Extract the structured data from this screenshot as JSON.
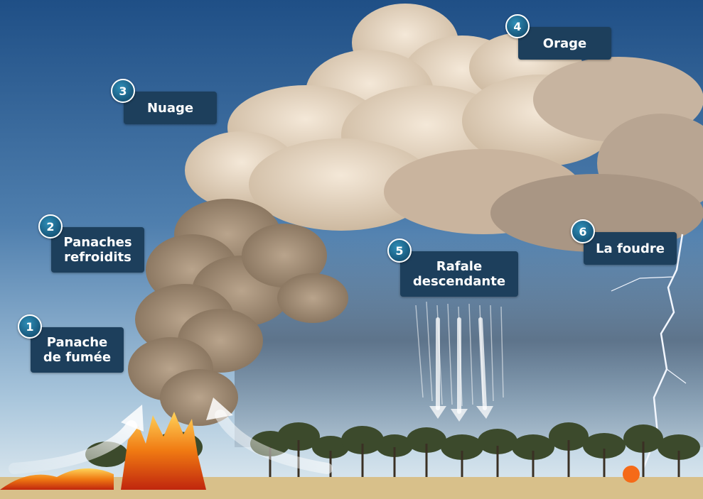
{
  "callouts": [
    {
      "number": "1",
      "label": "Panache\nde fumée"
    },
    {
      "number": "2",
      "label": "Panaches\nrefroidits"
    },
    {
      "number": "3",
      "label": "Nuage"
    },
    {
      "number": "4",
      "label": "Orage"
    },
    {
      "number": "5",
      "label": "Rafale\ndescendante"
    },
    {
      "number": "6",
      "label": "La foudre"
    }
  ],
  "colors": {
    "label_bg": "#1d3f5c",
    "badge": "#1b5f84",
    "sky_top": "#1f4f86",
    "ground": "#d8c08a"
  }
}
